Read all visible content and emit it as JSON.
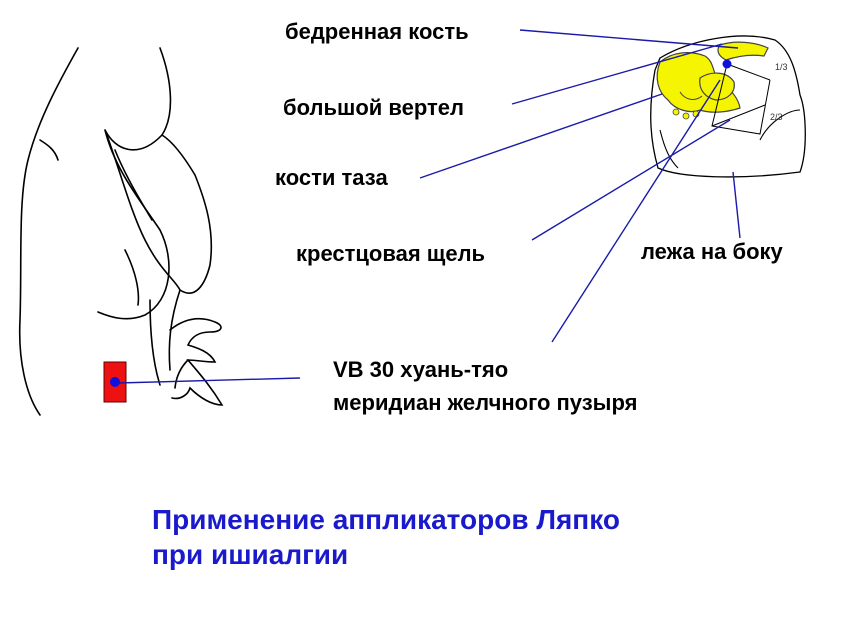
{
  "labels": {
    "femur": "бедренная кость",
    "trochanter": "большой вертел",
    "pelvis": "кости таза",
    "sacral_fissure": "крестцовая щель",
    "lying_on_side": "лежа на боку",
    "point": "VB 30  хуань-тяо",
    "meridian": "меридиан желчного пузыря"
  },
  "title": {
    "line1": "Применение аппликаторов Ляпко",
    "line2": "при ишиалгии"
  },
  "proportions": {
    "upper": "1/3",
    "lower": "2/3"
  },
  "colors": {
    "bone": "#f5f500",
    "applicator": "#ee1111",
    "point": "#1010dd",
    "leader": "#1a1aaa",
    "title": "#1a1acc"
  }
}
